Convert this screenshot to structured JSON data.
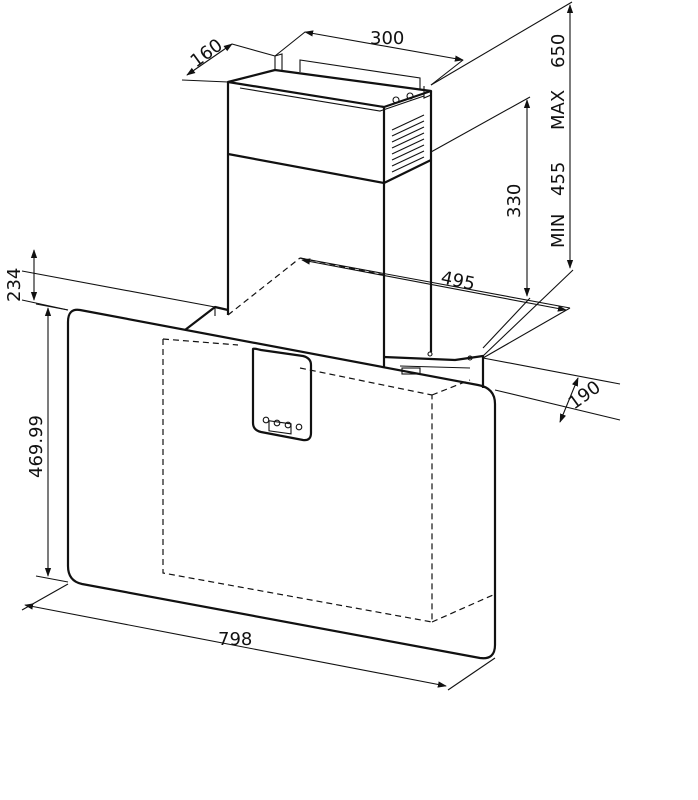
{
  "dimensions": {
    "chimney_width": "300",
    "chimney_depth": "160",
    "height_max": "650",
    "max_label": "MAX",
    "height_min": "455",
    "min_label": "MIN",
    "lower_chimney_height": "330",
    "bracket_offset": "495",
    "top_offset": "234",
    "hood_depth": "190",
    "panel_height": "469.99",
    "hood_width": "798"
  },
  "colors": {
    "line": "#111111",
    "background": "#ffffff"
  }
}
